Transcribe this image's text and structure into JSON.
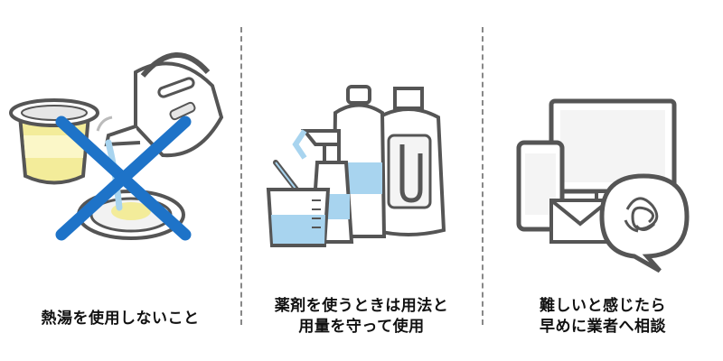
{
  "captions": {
    "panel1": [
      "熱湯を使用しないこと"
    ],
    "panel2": [
      "薬剤を使うときは用法と",
      "用量を守って使用"
    ],
    "panel3": [
      "難しいと感じたら",
      "早めに業者へ相談"
    ]
  },
  "icons": {
    "panel1": [
      "sink-strainer-icon",
      "kettle-icon",
      "drain-icon",
      "cross-mark-icon"
    ],
    "panel2": [
      "measuring-cup-icon",
      "spray-bottle-icon",
      "detergent-bottle-icon",
      "pipe-cleaner-jug-icon"
    ],
    "panel3": [
      "monitor-icon",
      "smartphone-icon",
      "envelope-icon",
      "speech-bubble-icon"
    ]
  },
  "colors": {
    "outline": "#555555",
    "cross": "#1e73c8",
    "accent_blue": "#a8d4ef",
    "accent_yellow": "#f3ec9a"
  }
}
